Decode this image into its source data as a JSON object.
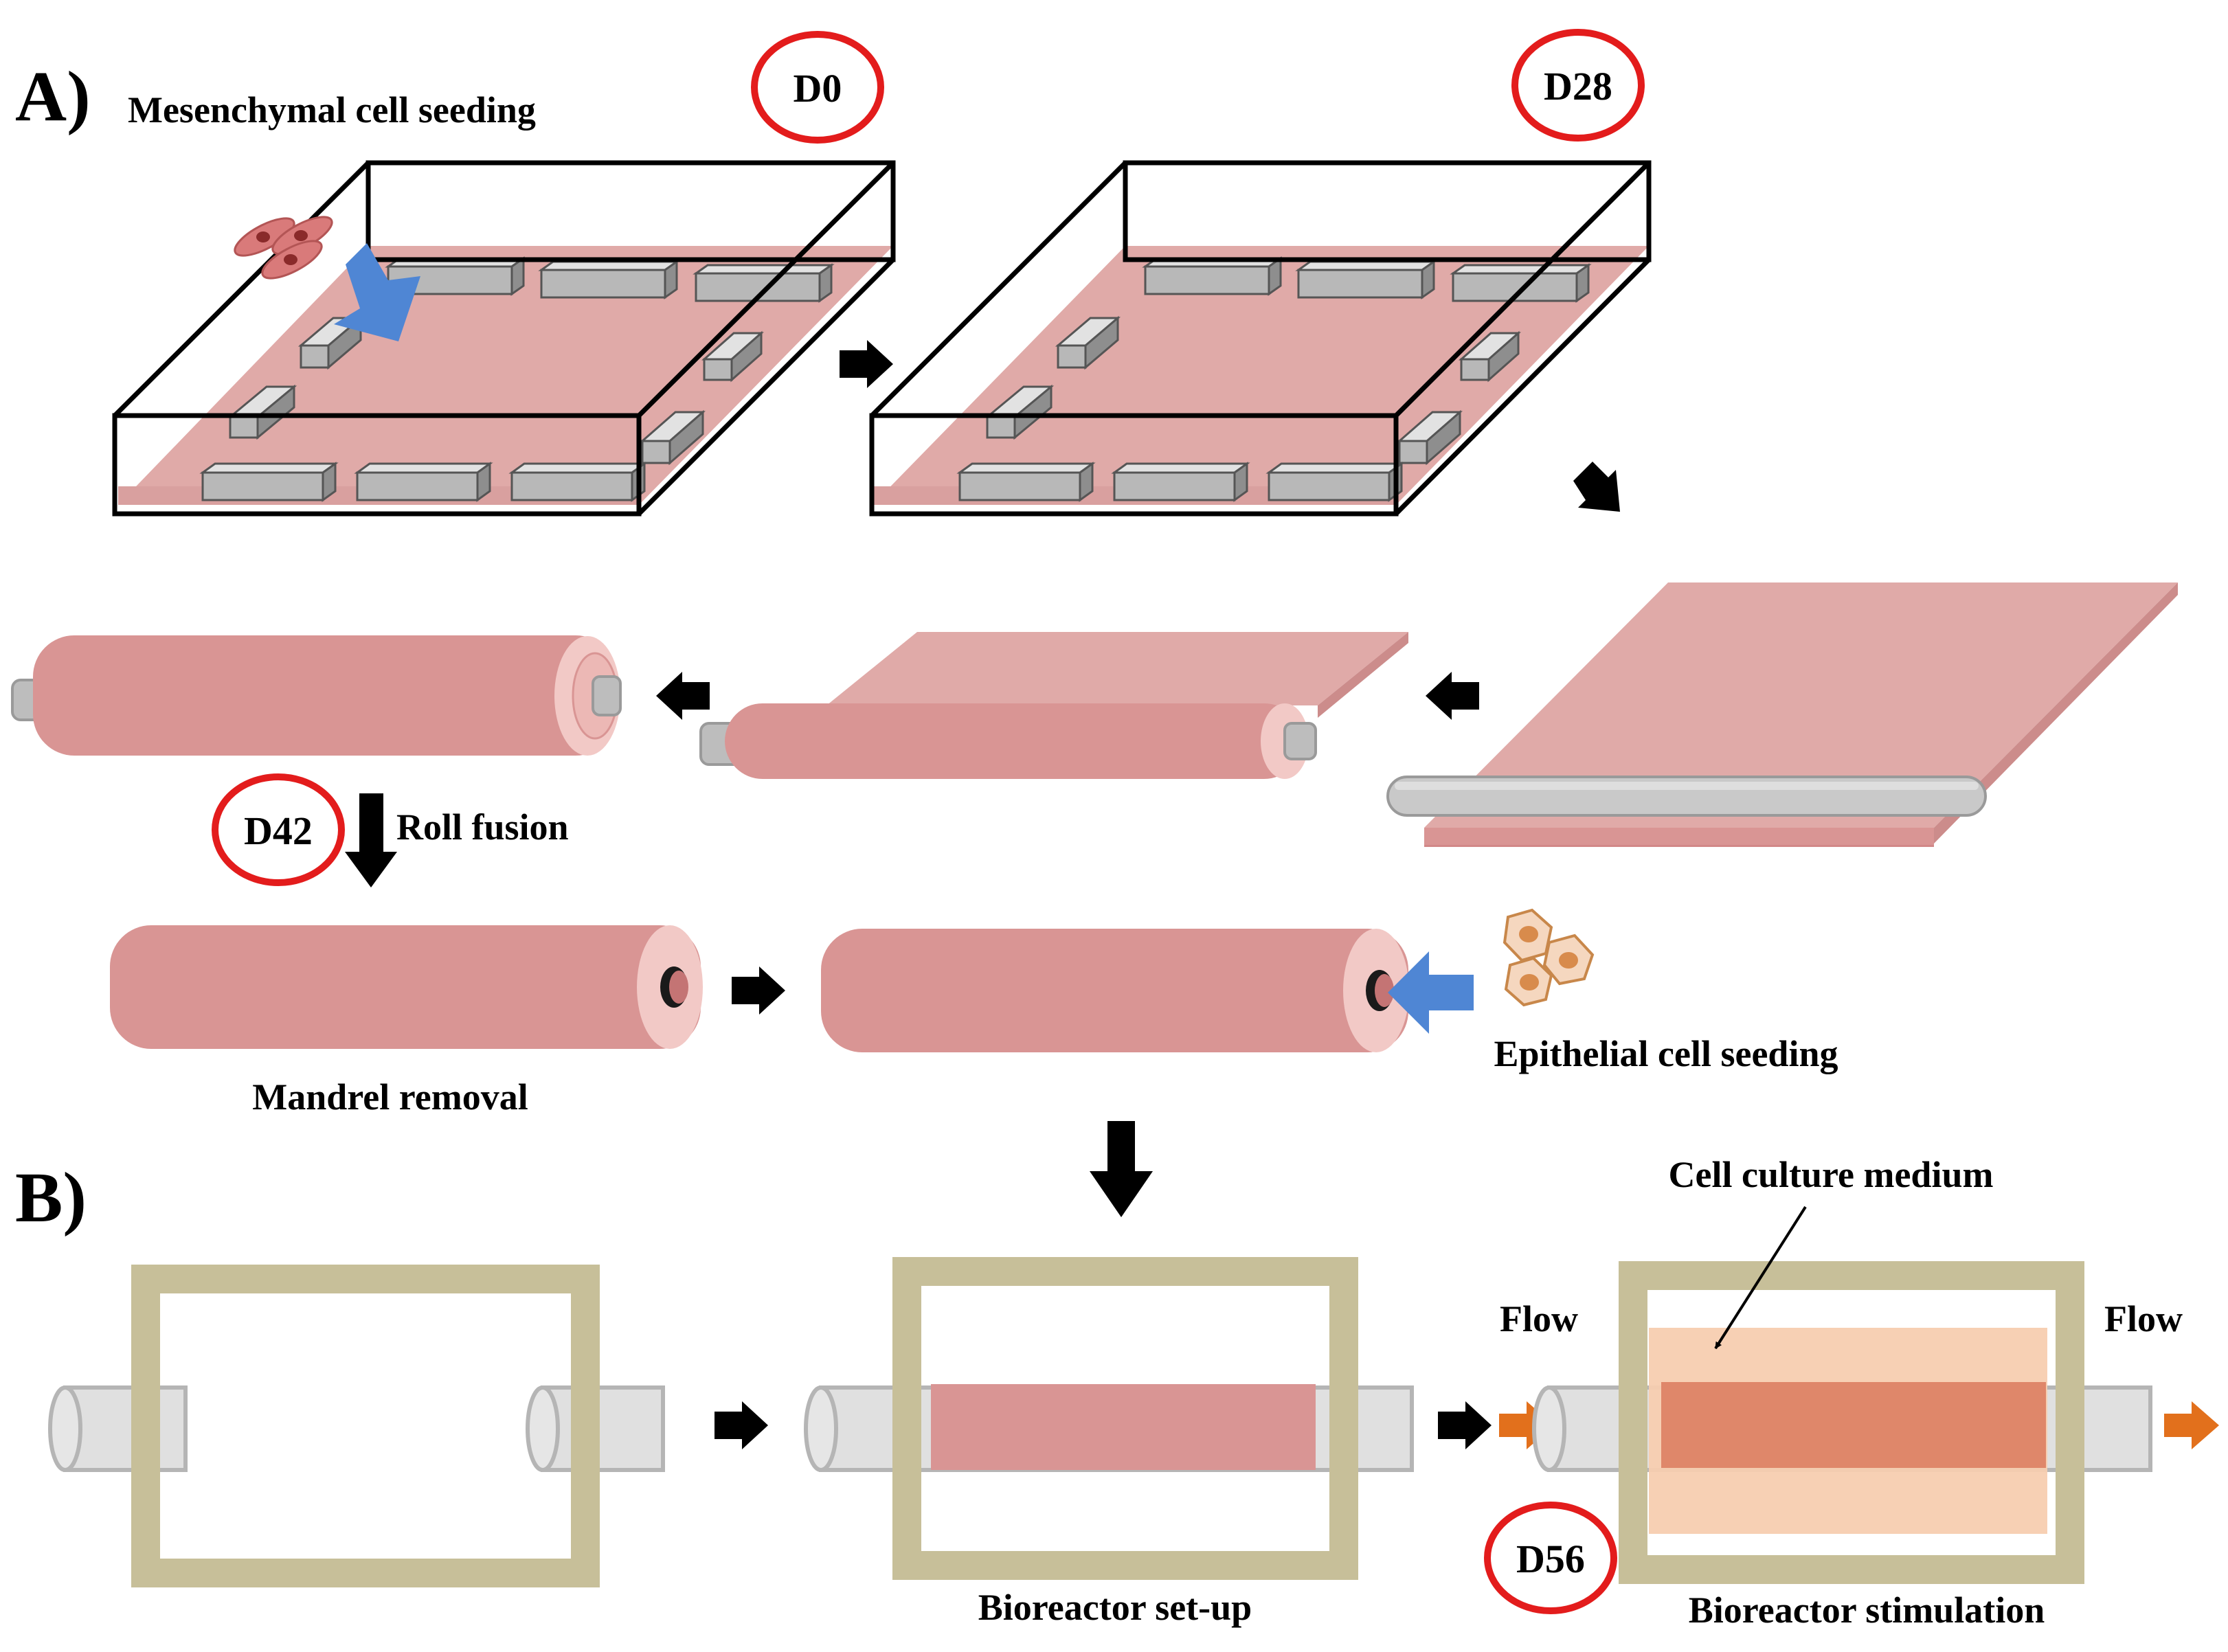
{
  "panels": {
    "a": "A)",
    "b": "B)"
  },
  "labels": {
    "mesenchymal": "Mesenchymal cell seeding",
    "roll_fusion": "Roll fusion",
    "mandrel_removal": "Mandrel removal",
    "epithelial": "Epithelial cell seeding",
    "medium": "Cell culture medium",
    "flow_in": "Flow",
    "flow_out": "Flow",
    "setup": "Bioreactor set-up",
    "stimulation": "Bioreactor stimulation"
  },
  "days": {
    "d0": "D0",
    "d28": "D28",
    "d42": "D42",
    "d56": "D56"
  },
  "colors": {
    "tissue": "#e0aaa8",
    "tissue_dark": "#d99594",
    "tube_end": "#f2c9c6",
    "mandrel": "#c9c9c9",
    "frame": "#c7bf99",
    "medium": "#f7cdb0",
    "stimulated_tissue": "#df876a",
    "cell_arrow": "#4f86d4",
    "flow_arrow": "#e2701c",
    "day_circle": "#e31c1c"
  }
}
